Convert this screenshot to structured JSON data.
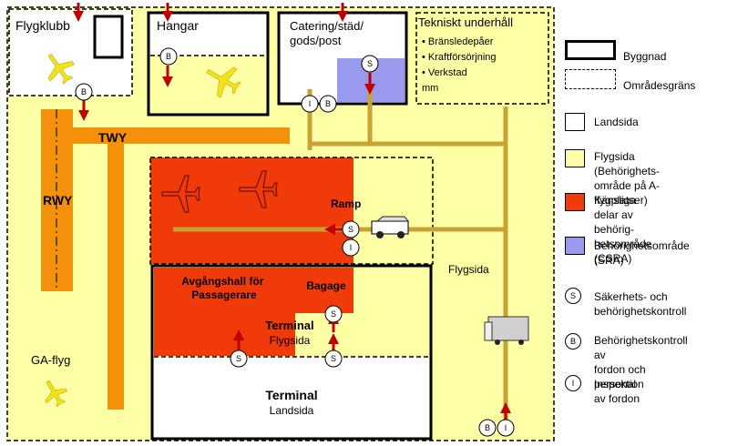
{
  "areas": {
    "flygklubb": "Flygklubb",
    "hangar": "Hangar",
    "catering": "Catering/städ/\ngods/post",
    "tekniskt_title": "Tekniskt underhåll",
    "tekniskt_items": [
      "Bränsledepåer",
      "Kraftförsörjning",
      "Verkstad",
      "mm"
    ],
    "twy": "TWY",
    "rwy": "RWY",
    "ramp": "Ramp",
    "flygsida": "Flygsida",
    "ga_flyg": "GA-flyg",
    "avgangshall": "Avgångshall för\nPassagerare",
    "bagage": "Bagage",
    "terminal_air": "Terminal",
    "terminal_air_sub": "Flygsida",
    "terminal_land": "Terminal",
    "terminal_land_sub": "Landsida"
  },
  "markers": {
    "s": "S",
    "b": "B",
    "i": "I"
  },
  "legend": {
    "byggnad": "Byggnad",
    "omradesgrans": "Områdesgräns",
    "landsida": "Landsida",
    "flygsida": "Flygsida (Behörighets-\nområde på A-flygplatser)",
    "csra": "Känsliga delar av behörig-\nhetsområde (CSRA)",
    "sra": "Behörighetsområde (SRA)",
    "s_text": "Säkerhets- och\nbehörighetskontroll",
    "b_text": "Behörighetskontroll av\nfordon och personal",
    "i_text": "Inspektion av fordon"
  },
  "colors": {
    "flygsida": "#ffffa6",
    "csra": "#f03a0a",
    "sra": "#9999ee",
    "taxiway": "#f5900a",
    "road": "#c8a232",
    "arrow": "#c00000",
    "plane": "#f2e21a"
  }
}
